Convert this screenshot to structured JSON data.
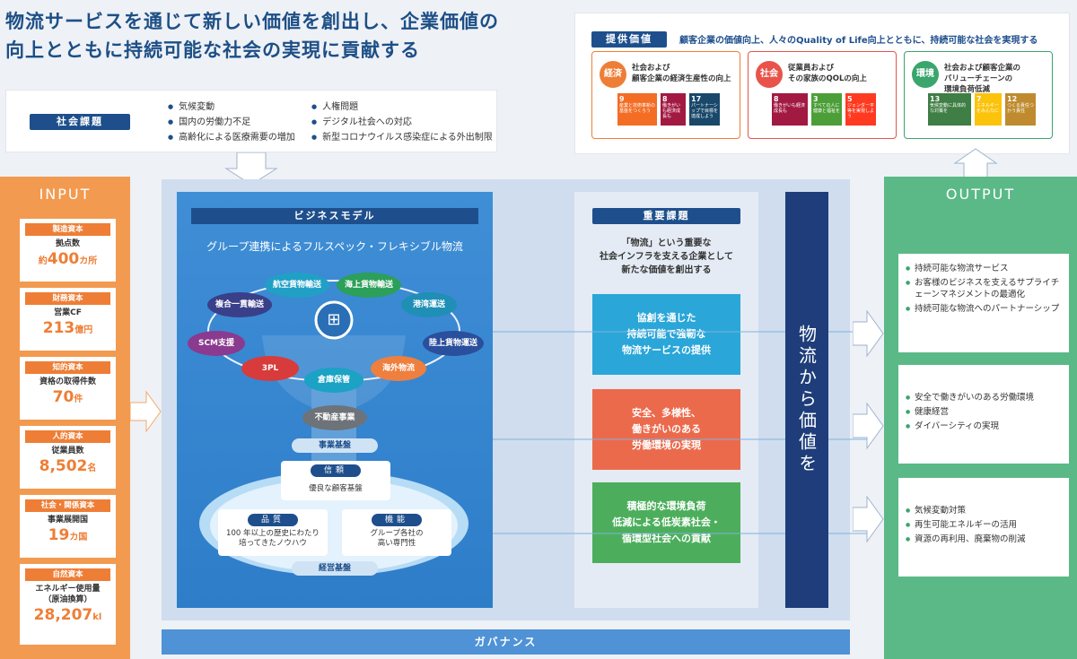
{
  "headline": {
    "line1": "物流サービスを通じて新しい価値を創出し、企業価値の",
    "line2": "向上とともに持続可能な社会の実現に貢献する"
  },
  "social_issues": {
    "label": "社会課題",
    "col1": [
      "気候変動",
      "国内の労働力不足",
      "高齢化による医療需要の増加"
    ],
    "col2": [
      "人権問題",
      "デジタル社会への対応",
      "新型コロナウイルス感染症による外出制限"
    ]
  },
  "provided_value": {
    "label": "提供価値",
    "lead": "顧客企業の価値向上、人々のQuality of Life向上とともに、持続可能な社会を実現する",
    "cards": [
      {
        "tag": "経済",
        "line1": "社会および",
        "line2": "顧客企業の経済生産性の向上",
        "line3": "",
        "color": "#ee7e36",
        "sdgs": [
          {
            "num": "9",
            "text": "産業と技術革新の基盤をつくろう",
            "color": "#f36d25"
          },
          {
            "num": "8",
            "text": "働きがいも経済成長も",
            "color": "#a21942"
          },
          {
            "num": "17",
            "text": "パートナーシップで目標を達成しよう",
            "color": "#19486a"
          }
        ]
      },
      {
        "tag": "社会",
        "line1": "従業員および",
        "line2": "その家族のQOLの向上",
        "line3": "",
        "color": "#e8534a",
        "sdgs": [
          {
            "num": "8",
            "text": "働きがいも経済成長も",
            "color": "#a21942"
          },
          {
            "num": "3",
            "text": "すべての人に健康と福祉を",
            "color": "#4c9f38"
          },
          {
            "num": "5",
            "text": "ジェンダー平等を実現しよう",
            "color": "#ff3a21"
          }
        ]
      },
      {
        "tag": "環境",
        "line1": "社会および顧客企業の",
        "line2": "バリューチェーンの",
        "line3": "環境負荷低減",
        "color": "#3aa56c",
        "sdgs": [
          {
            "num": "13",
            "text": "気候変動に具体的な対策を",
            "color": "#3f7e44"
          },
          {
            "num": "7",
            "text": "エネルギーをみんなに",
            "color": "#fcc30b"
          },
          {
            "num": "12",
            "text": "つくる責任つかう責任",
            "color": "#bf8b2e"
          }
        ]
      }
    ]
  },
  "input": {
    "title": "INPUT",
    "cards": [
      {
        "header": "製造資本",
        "label": "拠点数",
        "label2": "",
        "prefix": "約",
        "value": "400",
        "unit": "カ所"
      },
      {
        "header": "財務資本",
        "label": "営業CF",
        "label2": "",
        "prefix": "",
        "value": "213",
        "unit": "億円"
      },
      {
        "header": "知的資本",
        "label": "資格の取得件数",
        "label2": "",
        "prefix": "",
        "value": "70",
        "unit": "件"
      },
      {
        "header": "人的資本",
        "label": "従業員数",
        "label2": "",
        "prefix": "",
        "value": "8,502",
        "unit": "名"
      },
      {
        "header": "社会・関係資本",
        "label": "事業展開国",
        "label2": "",
        "prefix": "",
        "value": "19",
        "unit": "カ国"
      },
      {
        "header": "自然資本",
        "label": "エネルギー使用量",
        "label2": "（原油換算）",
        "prefix": "",
        "value": "28,207",
        "unit": "kl"
      }
    ]
  },
  "business_model": {
    "title": "ビジネスモデル",
    "subtitle": "グループ連携によるフルスペック・フレキシブル物流",
    "services": [
      "航空貨物輸送",
      "海上貨物輸送",
      "港湾運送",
      "陸上貨物運送",
      "海外物流",
      "倉庫保管",
      "3PL",
      "SCM支援",
      "複合一貫輸送"
    ],
    "real_estate": "不動産事業",
    "business_base": "事業基盤",
    "trust_title": "信頼",
    "trust_text": "優良な顧客基盤",
    "quality_title": "品質",
    "quality_text1": "100 年以上の歴史にわたり",
    "quality_text2": "培ってきたノウハウ",
    "function_title": "機能",
    "function_text1": "グループ各社の",
    "function_text2": "高い専門性",
    "management_base": "経営基盤"
  },
  "key_issues": {
    "label": "重要課題",
    "lead1": "「物流」という重要な",
    "lead2": "社会インフラを支える企業として",
    "lead3": "新たな価値を創出する",
    "items": [
      {
        "line1": "協創を通じた",
        "line2": "持続可能で強靭な",
        "line3": "物流サービスの提供",
        "color": "#2aa6d8"
      },
      {
        "line1": "安全、多様性、",
        "line2": "働きがいのある",
        "line3": "労働環境の実現",
        "color": "#ec6a4c"
      },
      {
        "line1": "積極的な環境負荷",
        "line2": "低減による低炭素社会・",
        "line3": "循環型社会への貢献",
        "color": "#4cae5c"
      }
    ]
  },
  "vertical_text": "物流から価値を",
  "governance": "ガバナンス",
  "output": {
    "title": "OUTPUT",
    "groups": [
      [
        "持続可能な物流サービス",
        "お客様のビジネスを支えるサプライチェーンマネジメントの最適化",
        "持続可能な物流へのパートナーシップ"
      ],
      [
        "安全で働きがいのある労働環境",
        "健康経営",
        "ダイバーシティの実現"
      ],
      [
        "気候変動対策",
        "再生可能エネルギーの活用",
        "資源の再利用、廃棄物の削減"
      ]
    ]
  }
}
